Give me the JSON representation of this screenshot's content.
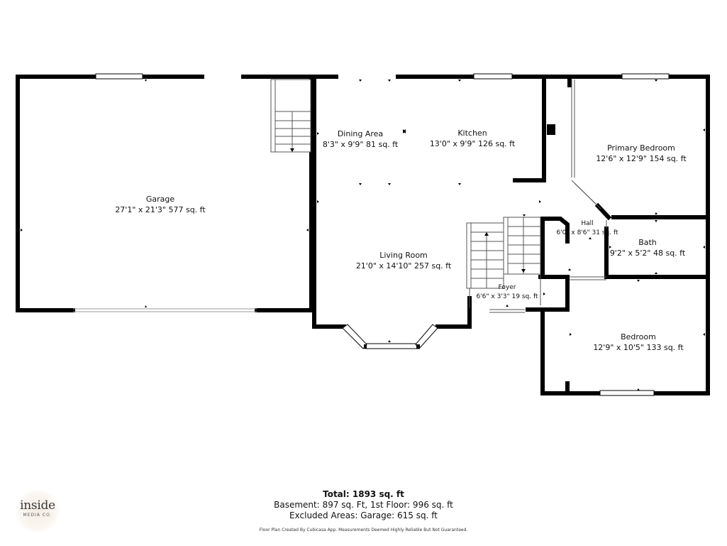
{
  "rooms": {
    "garage": {
      "name": "Garage",
      "dims": "27'1\" x 21'3\" 577 sq. ft"
    },
    "dining": {
      "name": "Dining Area",
      "dims": "8'3\" x 9'9\" 81 sq. ft"
    },
    "kitchen": {
      "name": "Kitchen",
      "dims": "13'0\" x 9'9\" 126 sq. ft"
    },
    "primary_bedroom": {
      "name": "Primary Bedroom",
      "dims": "12'6\" x 12'9\" 154 sq. ft"
    },
    "hall": {
      "name": "Hall",
      "dims": "6'0\" x 8'6\" 31 sq. ft"
    },
    "bath": {
      "name": "Bath",
      "dims": "9'2\" x 5'2\" 48 sq. ft"
    },
    "living": {
      "name": "Living Room",
      "dims": "21'0\" x 14'10\" 257 sq. ft"
    },
    "foyer": {
      "name": "Foyer",
      "dims": "6'6\" x 3'3\" 19 sq. ft"
    },
    "bedroom": {
      "name": "Bedroom",
      "dims": "12'9\" x 10'5\" 133 sq. ft"
    }
  },
  "summary": {
    "total": "Total: 1893 sq. ft",
    "breakdown": "Basement: 897 sq. Ft, 1st Floor: 996 sq. ft",
    "excluded": "Excluded Areas: Garage: 615 sq. ft"
  },
  "disclaimer": "Floor Plan Created By Cubicasa App. Measurements Deemed Highly Reliable But Not Guaranteed.",
  "logo": {
    "brand": "inside",
    "sub": "MEDIA CO."
  },
  "colors": {
    "wall": "#000000",
    "window": "#ffffff",
    "logo_halo": "#f4ece3"
  }
}
